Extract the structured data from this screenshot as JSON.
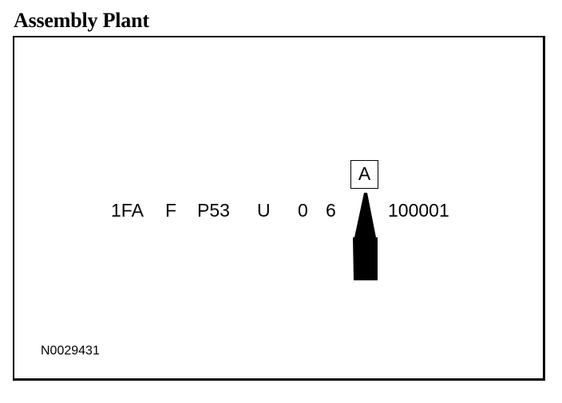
{
  "title": "Assembly Plant",
  "vin": {
    "segments": [
      "1FA",
      "F",
      "P53",
      "U",
      "0",
      "6",
      "A",
      "100001"
    ],
    "highlighted_segment": "A"
  },
  "figure_id": "N0029431",
  "arrow": {
    "direction": "up",
    "color": "#000000"
  }
}
